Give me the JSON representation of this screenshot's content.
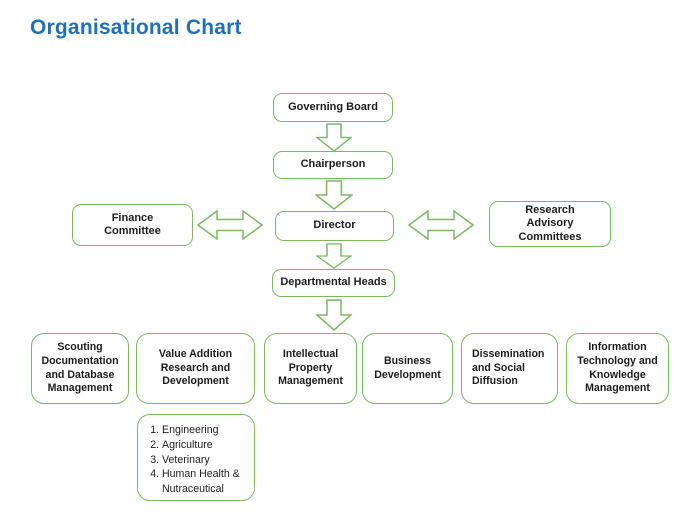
{
  "page": {
    "title": "Organisational Chart"
  },
  "colors": {
    "title_blue": "#1f70b8",
    "box_border_green": "#7db964",
    "text_black": "#1c1c1c"
  },
  "org_chart": {
    "nodes": {
      "governing_board": {
        "label": "Governing Board"
      },
      "chairperson": {
        "label": "Chairperson"
      },
      "director": {
        "label": "Director"
      },
      "finance_committee": {
        "label": "Finance Committee"
      },
      "research_advisory_committees": {
        "label": "Research Advisory Committees"
      },
      "departmental_heads": {
        "label": "Departmental Heads"
      }
    },
    "departments": [
      {
        "label": "Scouting Documentation and Database Management"
      },
      {
        "label": "Value Addition Research and Development"
      },
      {
        "label": "Intellectual Property Management"
      },
      {
        "label": "Business Development"
      },
      {
        "label": "Dissemination and Social Diffusion"
      },
      {
        "label": "Information Technology and Knowledge Management"
      }
    ],
    "value_addition_divisions": [
      "Engineering",
      "Agriculture",
      "Veterinary",
      "Human Health & Nutraceutical"
    ]
  }
}
